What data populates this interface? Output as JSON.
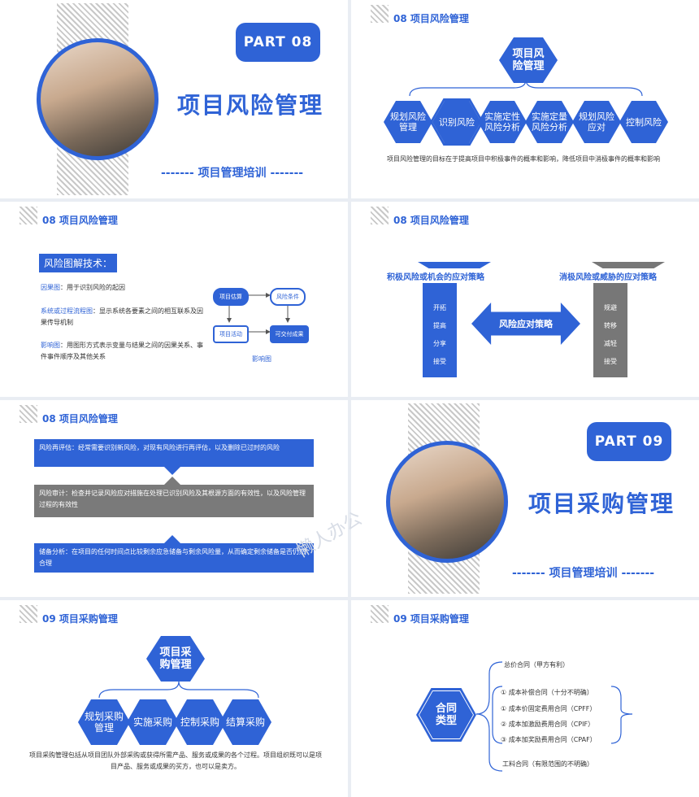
{
  "s1": {
    "part": "PART   08",
    "title": "项目风险管理",
    "subtitle": "项目管理培训"
  },
  "s2": {
    "header": "08 项目风险管理",
    "center": "项目风\n险管理",
    "items": [
      "规划风险\n管理",
      "识别风险",
      "实施定性\n风险分析",
      "实施定量\n风险分析",
      "规划风险\n应对",
      "控制风险"
    ],
    "caption": "项目风险管理的目标在于提高项目中积极事件的概率和影响，降低项目中消极事件的概率和影响"
  },
  "s3": {
    "header": "08 项目风险管理",
    "box": "风险图解技术：",
    "lines": [
      {
        "key": "因果图",
        "text": "：用于识别风险的起因"
      },
      {
        "key": "系统或过程流程图",
        "text": "：显示系统各要素之间的相互联系及因果传导机制"
      },
      {
        "key": "影响图",
        "text": "：用图形方式表示变量与结果之间的因果关系、事件事件顺序及其他关系"
      }
    ],
    "nodes": [
      "项目估算",
      "风险条件",
      "项目活动",
      "可交付成果"
    ],
    "diagram_caption": "影响图"
  },
  "s4": {
    "header": "08 项目风险管理",
    "left_title": "积极风险或机会的应对策略",
    "right_title": "消极风险或威胁的应对策略",
    "left_items": [
      "开拓",
      "提高",
      "分享",
      "接受"
    ],
    "right_items": [
      "规避",
      "转移",
      "减轻",
      "接受"
    ],
    "center": "风险应对策略"
  },
  "s5": {
    "header": "08 项目风险管理",
    "bars": [
      "风险再评估：经常需要识别新风险，对现有风险进行再评估，以及删除已过时的风险",
      "风险审计：检查并记录风险应对措施在处理已识别风险及其根源方面的有效性，以及风险管理过程的有效性",
      "储备分析：在项目的任何时间点比较剩余应急储备与剩余风险量，从而确定剩余储备是否仍然合理"
    ]
  },
  "s6": {
    "part": "PART   09",
    "title": "项目采购管理",
    "subtitle": "项目管理培训"
  },
  "s7": {
    "header": "09 项目采购管理",
    "center": "项目采\n购管理",
    "items": [
      "规划采购\n管理",
      "实施采购",
      "控制采购",
      "结算采购"
    ],
    "caption": "项目采购管理包括从项目团队外部采购或获得所需产品、服务或成果的各个过程。项目组织既可以是项目产品、服务或成果的买方，也可以是卖方。"
  },
  "s8": {
    "header": "09 项目采购管理",
    "center": "合同\n类型",
    "top": "总价合同（甲方有利）",
    "items": [
      "①  成本补偿合同（十分不明确）",
      "①  成本价固定费用合同（CPFF）",
      "②  成本加激励费用合同（CPIF）",
      "③  成本加奖励费用合同（CPAF）"
    ],
    "bottom": "工料合同（有限范围的不明确）"
  },
  "watermark": "懒人办公"
}
